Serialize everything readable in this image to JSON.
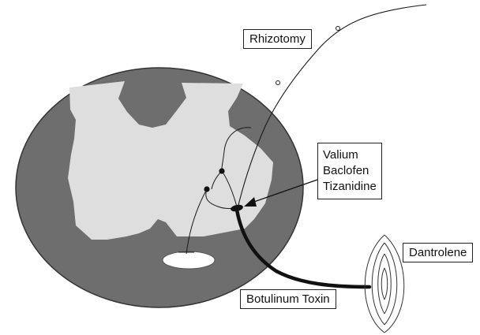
{
  "labels": {
    "rhizotomy": "Rhizotomy",
    "oral_drugs": [
      "Valium",
      "Baclofen",
      "Tizanidine"
    ],
    "dantrolene": "Dantrolene",
    "botulinum": "Botulinum Toxin"
  },
  "colors": {
    "white_matter": "#6e6e6e",
    "gray_matter": "#dedede",
    "central_canal": "#ffffff",
    "lines": "#1a1a1a"
  }
}
